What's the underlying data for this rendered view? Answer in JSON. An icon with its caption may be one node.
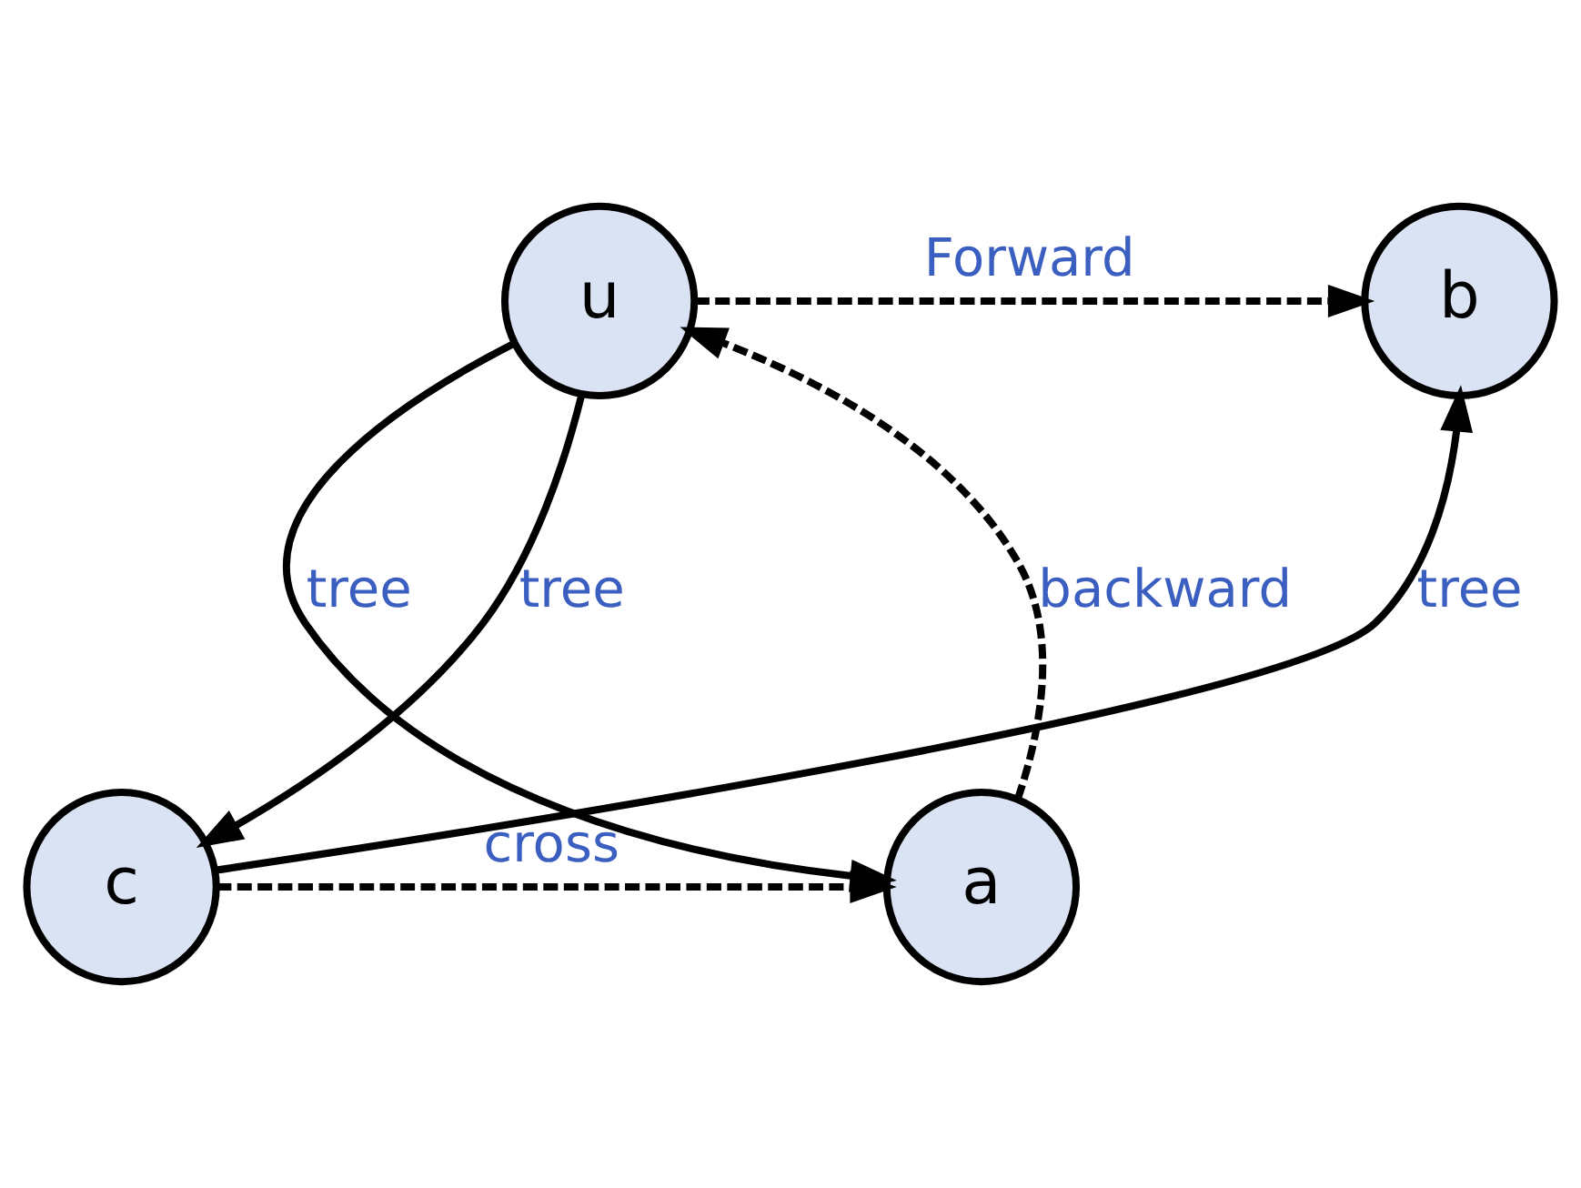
{
  "diagram": {
    "nodes": [
      {
        "text": [
          "u"
        ]
      },
      {
        "text": [
          "b"
        ]
      },
      {
        "text": [
          "a"
        ]
      },
      {
        "text": [
          "c"
        ]
      }
    ],
    "edges": [
      {
        "from": 0,
        "to": 1,
        "arrow": "to",
        "style": "dashed",
        "label": "Forward"
      },
      {
        "from": 0,
        "to": 2,
        "arrow": "to",
        "label": "tree"
      },
      {
        "from": 0,
        "to": 3,
        "arrow": "to",
        "label": "tree"
      },
      {
        "from": 3,
        "to": 1,
        "arrow": "to",
        "label": "tree"
      },
      {
        "from": 3,
        "to": 2,
        "arrow": "to",
        "style": "dashed",
        "label": "cross"
      },
      {
        "from": 2,
        "to": 0,
        "arrow": "to",
        "style": "dashed",
        "label": "backward"
      }
    ]
  }
}
